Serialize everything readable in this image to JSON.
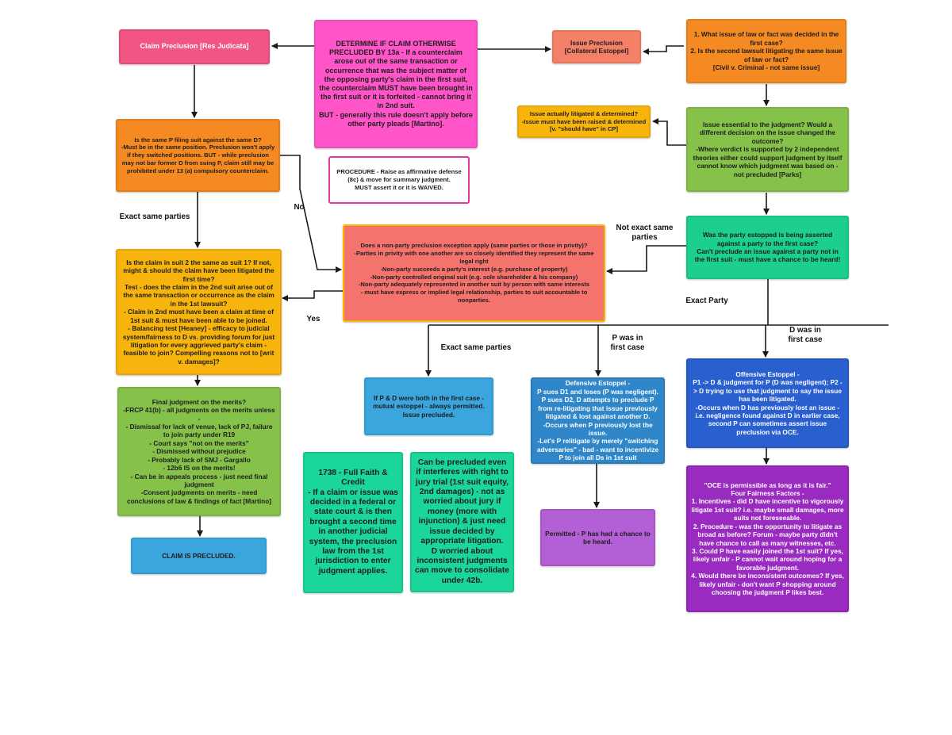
{
  "nodes": {
    "claim_preclusion": "Claim Preclusion [Res Judicata]",
    "determine": "DETERMINE IF CLAIM OTHERWISE PRECLUDED BY 13a - If a counterclaim arose out of the same transaction or occurrence that was the subject matter of the opposing party's claim in the first suit, the counterclaim MUST have been brought in the first suit or it is forfeited - cannot bring it in 2nd suit.\nBUT - generally this rule doesn't apply before other party pleads [Martino].",
    "issue_preclusion": "Issue Preclusion [Collateral Estoppel]",
    "what_issue": "1. What issue of law or fact was decided in the first case?\n2. Is the second lawsuit litigating the same issue of law or fact?\n[Civil v. Criminal - not same issue]",
    "actually_litigated": "Issue actually litigated & determined?\n-Issue must have been raised & determined [v. \"should have\" in CP]",
    "issue_essential": "Issue essential to the judgment? Would a different decision on the issue changed the outcome?\n-Where verdict is supported by 2 independent theories either could support judgment by itself cannot know which judgment was based on - not precluded [Parks]",
    "same_p": "Is the same P filing suit against the same D?\n-Must be in the same position. Preclusion won't apply if they switched positions. BUT - while preclusion may not bar former D from suing P, claim still may be prohibited under 13 (a) compulsory counterclaim.",
    "procedure": "PROCEDURE - Raise as affirmative defense (8c) & move for summary judgment.\nMUST assert it or it is WAIVED.",
    "party_estopped": "Was the party estopped is being asserted against a party to the first case?\nCan't preclude an issue against a party not in the first suit - must have a chance to be heard!",
    "nonparty": "Does a non-party preclusion exception apply (same parties or those in privity)?\n-Parties in privity with one another are so closely identified they represent the same legal right\n-Non-party succeeds a party's interest (e.g. purchase of property)\n-Non-party controlled original suit (e.g. sole shareholder & his company)\n-Non-party adequately represented in another suit by person with same interests\n- must have express or implied legal relationship, parties to suit accountable to nonparties.",
    "same_claim": "Is the claim in suit 2 the same as suit 1? If not, might & should the claim have been litigated the first time?\nTest - does the claim in the 2nd suit arise out of the same transaction or occurrence as the claim in the 1st lawsuit?\n- Claim in 2nd must have been a claim at time of 1st suit & must have been able to be joined.\n- Balancing test [Heaney] - efficacy to judicial system/fairness to D vs. providing forum for just litigation for every aggrieved party's claim - feasible to join? Compelling reasons not to [writ v. damages]?",
    "final_judgment": "Final judgment on the merits?\n-FRCP 41(b) - all judgments on the merits unless -\n- Dismissal for lack of venue, lack of PJ, failure to join party under R19\n- Court says \"not on the merits\"\n- Dismissed without prejudice\n- Probably lack of SMJ - Gargallo\n- 12b6 IS on the merits!\n- Can be in appeals process - just need final judgment\n-Consent judgments on merits - need conclusions of law & findings of fact [Martino]",
    "claim_precluded": "CLAIM IS PRECLUDED.",
    "full_faith": "1738 - Full Faith & Credit\n- If a claim or issue was decided in a federal or state court & is then brought a second time in another judicial system, the preclusion law from the 1st jurisdiction to enter judgment applies.",
    "jury_trial": "Can be precluded even if interferes with right to jury trial (1st suit equity, 2nd damages) - not as worried about jury if money (more with injunction) & just need issue decided by appropriate litigation.\nD worried about inconsistent judgments can move to consolidate under 42b.",
    "mutual": "If P & D were both in the first case - mutual estoppel - always permitted. Issue precluded.",
    "defensive": "Defensive Estoppel -\nP sues D1 and loses (P was negligent). P sues D2, D attempts to preclude P from re-litigating that issue previously litigated & lost against another D.\n-Occurs when P previously lost the issue.\n-Let's P relitigate by merely \"switching adversaries\" - bad - want to incentivize P to join all Ds in 1st suit",
    "offensive": "Offensive Estoppel -\nP1 -> D & judgment for P (D was negligent); P2 -> D trying to use that judgment to say the issue has been litigated.\n-Occurs when D has previously lost an issue - i.e. negligence found against D in earlier case, second P can sometimes assert issue preclusion via OCE.",
    "permitted": "Permitted - P has had a chance to be heard.",
    "oce": "\"OCE is permissible as long as it is fair.\"\nFour Fairness Factors -\n1. Incentives - did D have incentive to vigorously litigate 1st suit? i.e. maybe small damages, more suits not foreseeable.\n2. Procedure - was the opportunity to litigate as broad as before? Forum - maybe party didn't have chance to call as many witnesses, etc.\n3. Could P have easily joined the 1st suit? If yes, likely unfair - P cannot wait around hoping for a favorable judgment.\n4. Would there be inconsistent outcomes? If yes, likely unfair - don't want P shopping around choosing the judgment P likes best."
  },
  "labels": {
    "exact_same_parties_left": "Exact same parties",
    "no": "No",
    "yes": "Yes",
    "not_exact_same_parties": "Not exact same\nparties",
    "exact_party": "Exact Party",
    "exact_same_parties_mid": "Exact same parties",
    "p_was_in_first_case": "P was in\nfirst case",
    "d_was_in_first_case": "D was in\nfirst case"
  },
  "colors": {
    "arrow": "#1a1a1a",
    "pink": "#ff55c8",
    "salmon": "#f58068",
    "orange": "#f48a21",
    "yellow": "#f7b40c",
    "green": "#86c14a",
    "teal": "#1ccf8d",
    "blue": "#3aa6dd",
    "royal": "#2a5fd0",
    "purple": "#b35fd6",
    "violet": "#9a2bc0"
  }
}
